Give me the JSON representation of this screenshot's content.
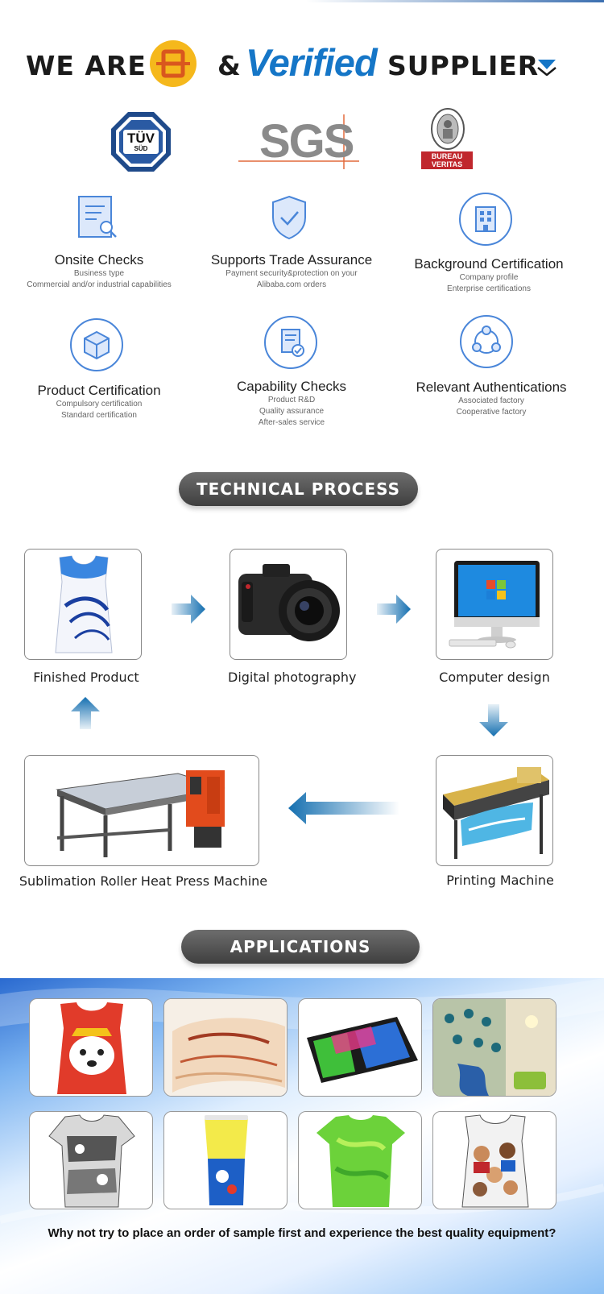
{
  "header": {
    "we_are": "WE ARE",
    "ampersand": "&",
    "verified": "Verified",
    "supplier": "SUPPLIER"
  },
  "cert_logos": {
    "tuv_line1": "TÜV",
    "tuv_line2": "SÜD",
    "sgs": "SGS",
    "bv_line1": "BUREAU",
    "bv_line2": "VERITAS"
  },
  "features": [
    {
      "title": "Onsite Checks",
      "subs": [
        "Business type",
        "Commercial and/or industrial capabilities"
      ],
      "icon": "document-search-icon"
    },
    {
      "title": "Supports Trade Assurance",
      "subs": [
        "Payment security&protection on your",
        "Alibaba.com orders"
      ],
      "icon": "shield-check-icon"
    },
    {
      "title": "Background Certification",
      "subs": [
        "Company profile",
        "Enterprise certifications"
      ],
      "icon": "building-icon"
    },
    {
      "title": "Product Certification",
      "subs": [
        "Compulsory certification",
        "Standard certification"
      ],
      "icon": "cube-icon"
    },
    {
      "title": "Capability Checks",
      "subs": [
        "Product R&D",
        "Quality assurance",
        "After-sales service"
      ],
      "icon": "checked-document-icon"
    },
    {
      "title": "Relevant Authentications",
      "subs": [
        "Associated factory",
        "Cooperative factory"
      ],
      "icon": "network-icon"
    }
  ],
  "technical_process": {
    "heading": "TECHNICAL PROCESS",
    "steps": [
      "Finished Product",
      "Digital photography",
      "Computer design",
      "Printing Machine",
      "Sublimation Roller Heat Press Machine"
    ]
  },
  "applications": {
    "heading": "APPLICATIONS",
    "items": [
      "dog-print-vest",
      "printed-blanket",
      "printed-mouse-pad",
      "peacock-wall-mural",
      "printed-t-shirt",
      "printed-cup-sleeve",
      "green-sport-jersey",
      "basketball-print-vest"
    ],
    "footer": "Why not try to place an order of sample first and experience the best quality equipment?"
  },
  "colors": {
    "accent_blue": "#1576c7",
    "arrow_blue": "#146fb0",
    "icon_blue": "#4a86d9",
    "gold": "#f5b81c"
  }
}
